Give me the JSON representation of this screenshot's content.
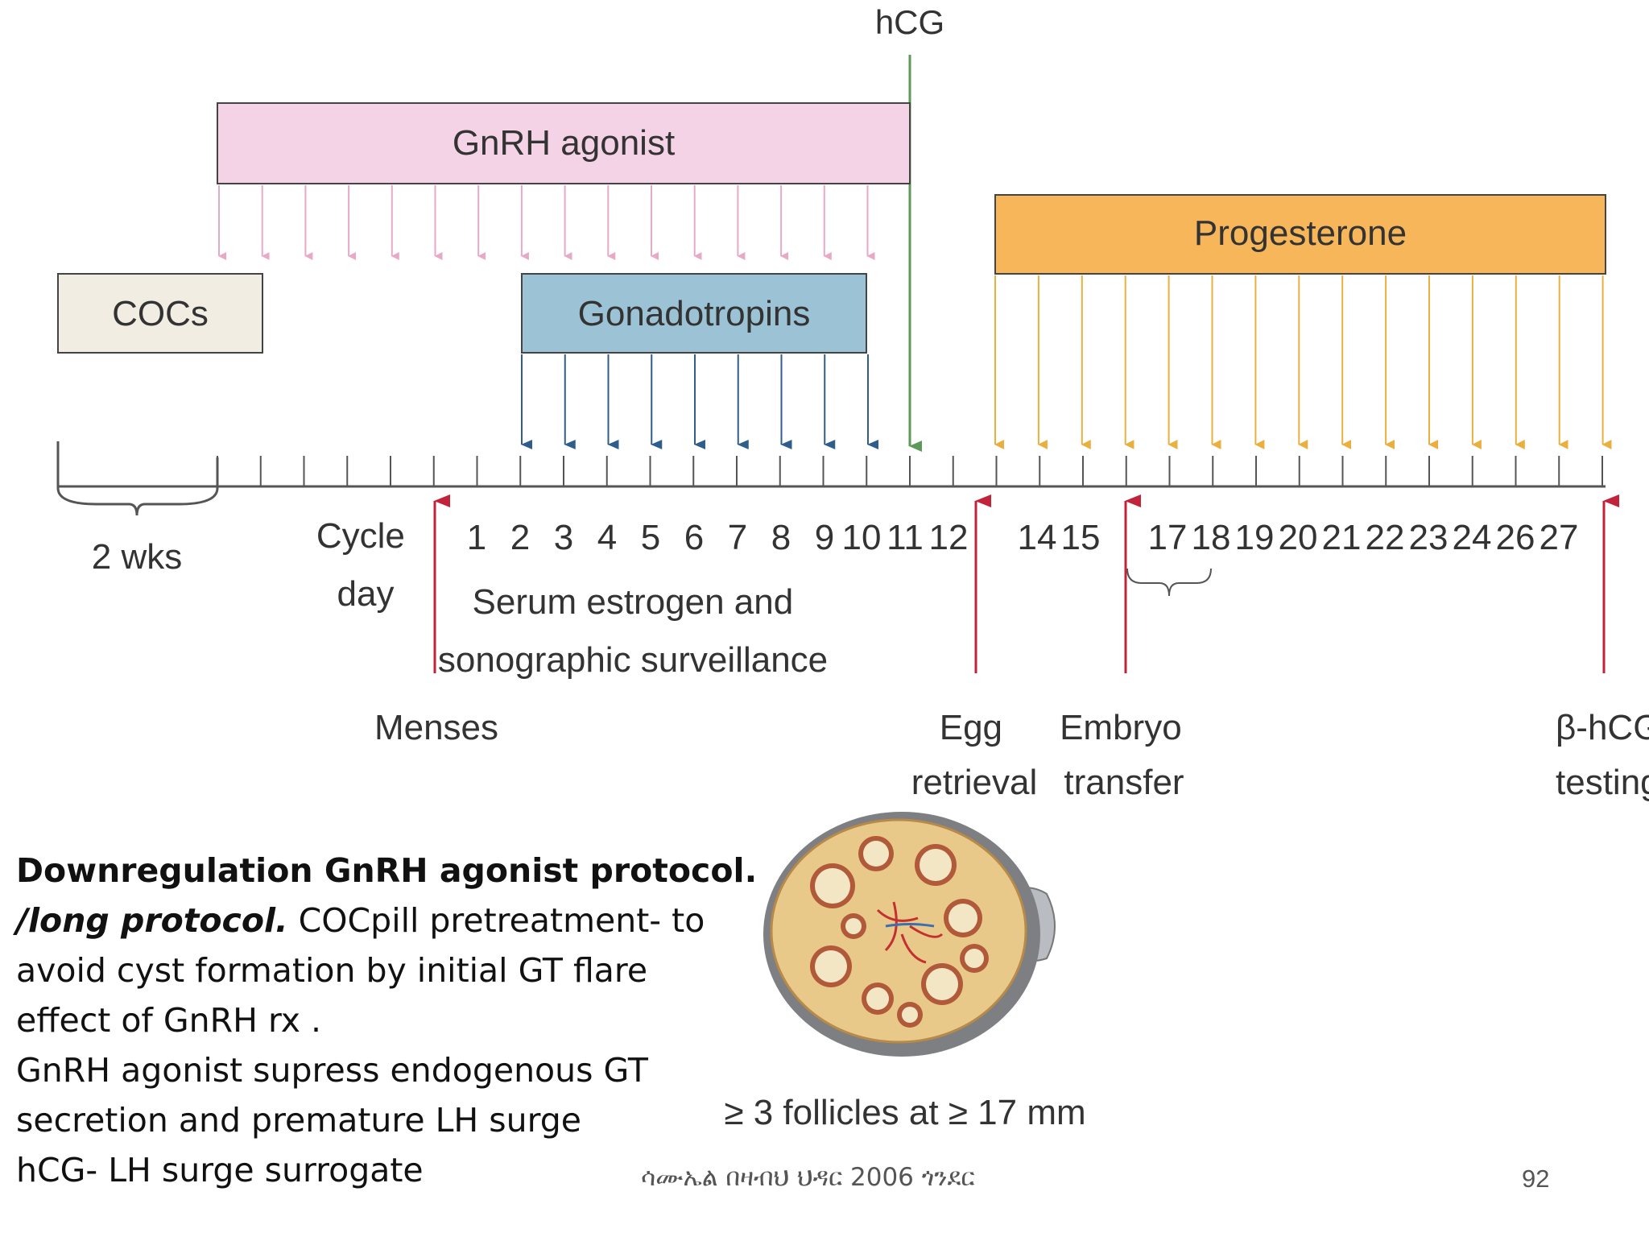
{
  "timeline": {
    "hcg_label": "hCG",
    "gnrh_label": "GnRH agonist",
    "cocs_label": "COCs",
    "gonadotropins_label": "Gonadotropins",
    "progesterone_label": "Progesterone",
    "two_weeks_label": "2 wks",
    "cycle_day_label": [
      "Cycle",
      "day"
    ],
    "surveillance_label": [
      "Serum estrogen and",
      "sonographic surveillance"
    ],
    "day_numbers": [
      "1",
      "2",
      "3",
      "4",
      "5",
      "6",
      "7",
      "8",
      "9",
      "10",
      "11",
      "12",
      "14",
      "15",
      "17",
      "18",
      "19",
      "20",
      "21",
      "22",
      "23",
      "24",
      "26",
      "27"
    ],
    "events": {
      "menses": [
        "Menses"
      ],
      "egg_retrieval": [
        "Egg",
        "retrieval"
      ],
      "embryo_transfer": [
        "Embryo",
        "transfer"
      ],
      "bhcg_testing": [
        "β-hCG",
        "testing"
      ]
    },
    "follicle_caption": "≥ 3 follicles at ≥ 17 mm",
    "colors": {
      "gnrh_fill": "#f5d3e6",
      "gnrh_arrow": "#e8a9c6",
      "gonadotropins_fill": "#9cc2d5",
      "gonadotropins_arrow": "#2f5e8c",
      "progesterone_fill": "#f7b65a",
      "progesterone_arrow": "#e9b040",
      "cocs_fill": "#f1ede2",
      "hcg_arrow": "#5d9a5a",
      "event_arrow": "#c0233a"
    }
  },
  "body_text": {
    "line1_bold": "Downregulation GnRH agonist protocol.",
    "line2_bold_italic": "/long protocol.",
    "line2_rest": " COCpill pretreatment- to",
    "line3": "avoid cyst formation by initial GT flare",
    "line4": "effect  of  GnRH rx .",
    "line5": " GnRH agonist supress endogenous GT",
    "line6": "secretion and premature LH surge",
    "line7": "hCG- LH surge surrogate"
  },
  "footer": "ሳሙኤል በዛብህ ህዳር 2006 ጎንደር",
  "page_number": "92"
}
